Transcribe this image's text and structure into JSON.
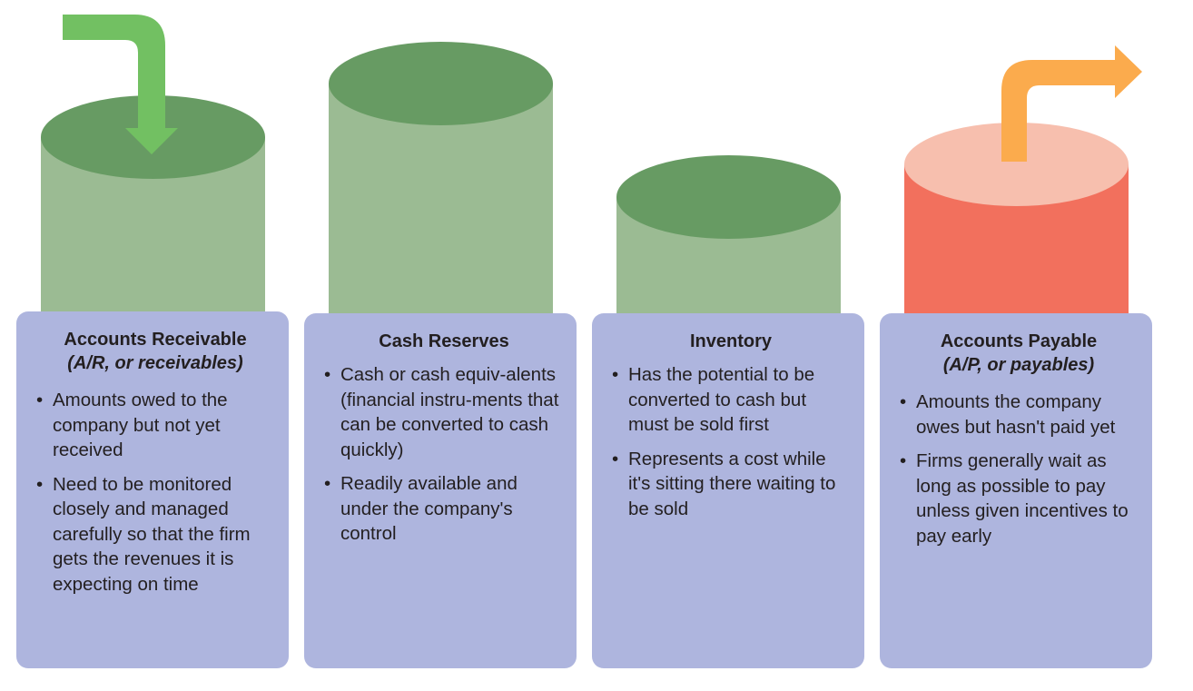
{
  "colors": {
    "cylinder_body_green": "#9bbb93",
    "cylinder_top_green": "#679b63",
    "cylinder_body_red": "#f2705d",
    "cylinder_top_red": "#f7bfae",
    "card_background": "#aeb5de",
    "arrow_in_green": "#72c062",
    "arrow_out_orange": "#fbab4d"
  },
  "icons": {
    "inflow": "arrow-down-icon",
    "outflow": "arrow-right-icon"
  },
  "bullet_glyph": "•",
  "columns": [
    {
      "id": "accounts-receivable",
      "title": "Accounts Receivable",
      "subtitle": "(A/R, or receivables)",
      "bullets": [
        "Amounts owed to the company but not yet received",
        "Need to be monitored closely and managed carefully so that the firm gets the revenues it is expecting on time"
      ]
    },
    {
      "id": "cash-reserves",
      "title": "Cash Reserves",
      "subtitle": "",
      "bullets": [
        "Cash or cash equiv-alents (financial instru-ments that can be converted to cash quickly)",
        "Readily available and under the company's control"
      ]
    },
    {
      "id": "inventory",
      "title": "Inventory",
      "subtitle": "",
      "bullets": [
        "Has the potential to be converted to cash but must be sold first",
        "Represents a cost while it's sitting there waiting to be sold"
      ]
    },
    {
      "id": "accounts-payable",
      "title": "Accounts Payable",
      "subtitle": "(A/P, or payables)",
      "bullets": [
        "Amounts the company owes but hasn't paid yet",
        "Firms generally wait as long as possible to pay unless given incentives to pay early"
      ]
    }
  ]
}
